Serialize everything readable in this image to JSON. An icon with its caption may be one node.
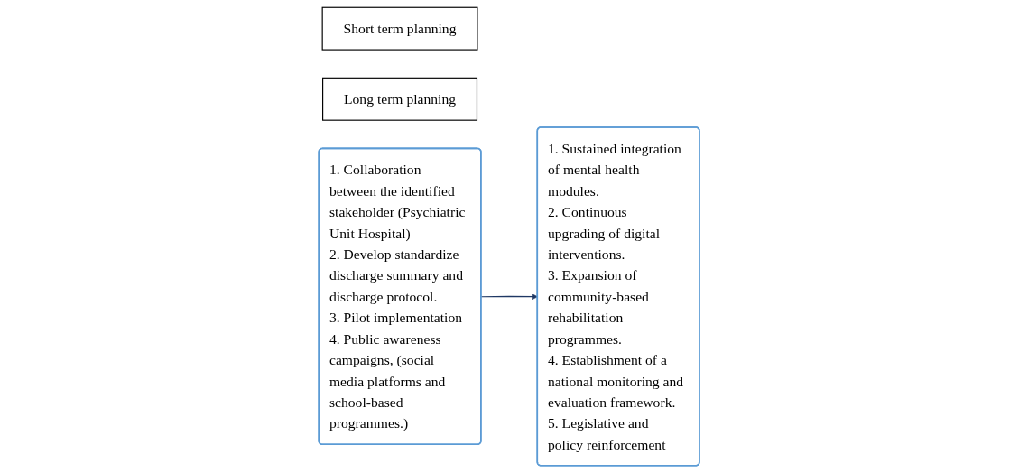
{
  "diagram": {
    "nodes": [
      {
        "text": [
          "Short term planning"
        ]
      },
      {
        "text": [
          "Long term planning"
        ]
      },
      {
        "text": [
          "1. Collaboration between the identified stakeholder (Psychiatric Unit Hospital)",
          "2. Develop standardize discharge summary and discharge protocol.",
          "3. Pilot implementation",
          "4. Public awareness campaigns, (social media platforms and school-based programmes.)"
        ]
      },
      {
        "text": [
          "1. Sustained integration of mental health modules.",
          "2. Continuous upgrading of digital interventions.",
          "3. Expansion of community-based rehabilitation programmes.",
          "4. Establishment of a national monitoring and evaluation framework.",
          "5. Legislative and policy reinforcement"
        ]
      }
    ],
    "edges": [
      {
        "from": 2,
        "to": 3,
        "arrow": "to"
      }
    ]
  }
}
